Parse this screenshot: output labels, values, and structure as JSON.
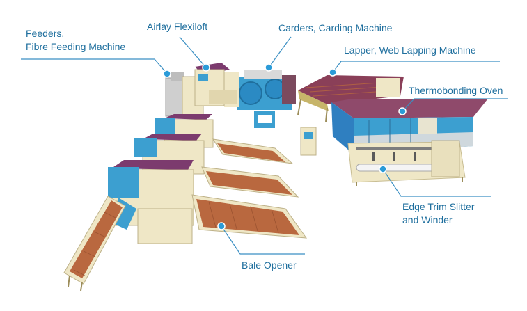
{
  "colors": {
    "label": "#1f6f9e",
    "leader_line": "#3a8fc3",
    "marker": "#2b9bd8",
    "machine_body": "#efe7c6",
    "machine_top": "#7c3b6e",
    "conveyor": "#b9683f",
    "accent_blue": "#3c9fd0",
    "oven_blue": "#2f7fc0"
  },
  "labels": {
    "feeders_line1": "Feeders,",
    "feeders_line2": "Fibre Feeding Machine",
    "airlay": "Airlay Flexiloft",
    "carders": "Carders, Carding Machine",
    "lapper": "Lapper, Web Lapping Machine",
    "oven": "Thermobonding Oven",
    "slitter_line1": "Edge Trim Slitter",
    "slitter_line2": "and Winder",
    "bale_opener": "Bale Opener"
  }
}
